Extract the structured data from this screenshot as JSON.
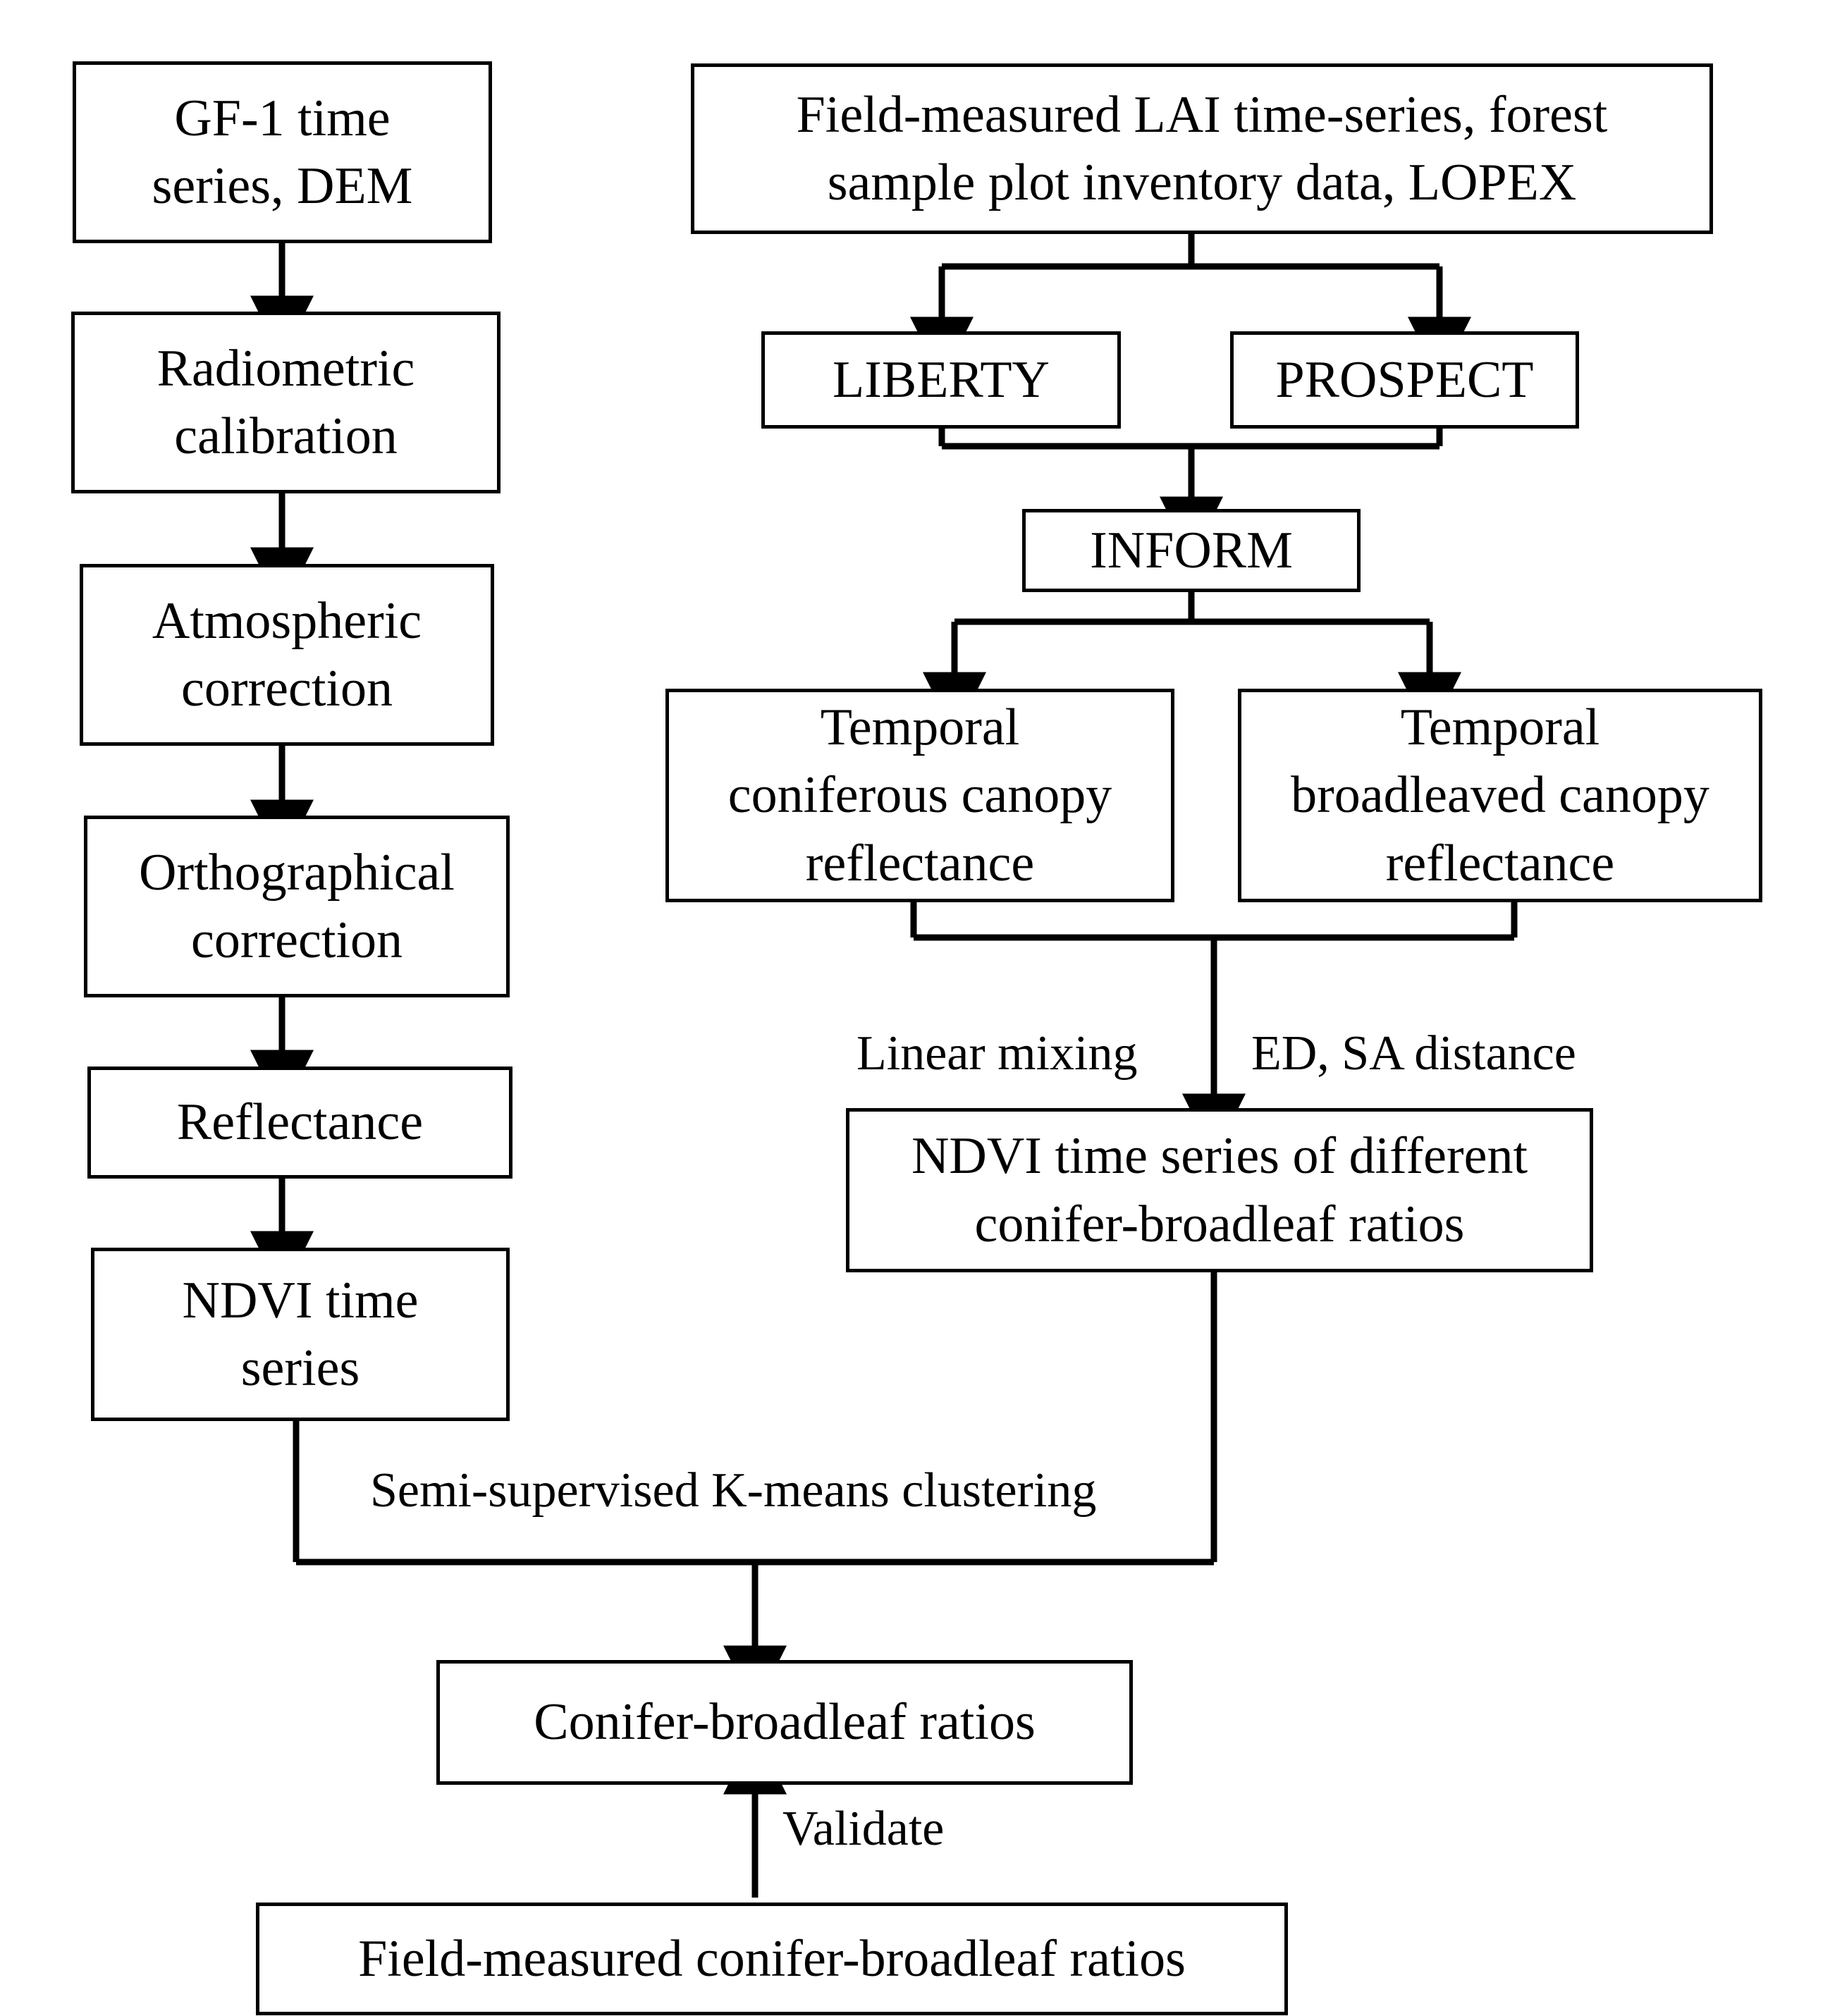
{
  "diagram": {
    "title": "Conifer-broadleaf ratio estimation workflow",
    "background_color": "#ffffff",
    "line_color": "#000000",
    "text_color": "#000000"
  },
  "nodes": {
    "gf1": "GF-1 time\nseries, DEM",
    "radiometric": "Radiometric\ncalibration",
    "atmospheric": "Atmospheric\ncorrection",
    "orthographical": "Orthographical\ncorrection",
    "reflectance": "Reflectance",
    "ndvi_series": "NDVI time\nseries",
    "field_lai": "Field-measured LAI time-series, forest\nsample plot inventory data, LOPEX",
    "liberty": "LIBERTY",
    "prospect": "PROSPECT",
    "inform": "INFORM",
    "temporal_coniferous": "Temporal\nconiferous canopy\nreflectance",
    "temporal_broadleaved": "Temporal\nbroadleaved canopy\nreflectance",
    "ndvi_ratios": "NDVI time series of different\nconifer-broadleaf ratios",
    "conifer_ratios": "Conifer-broadleaf ratios",
    "field_ratios": "Field-measured conifer-broadleaf ratios"
  },
  "edge_labels": {
    "linear_mixing": "Linear mixing",
    "ed_sa_distance": "ED, SA distance",
    "kmeans": "Semi-supervised K-means clustering",
    "validate": "Validate"
  }
}
